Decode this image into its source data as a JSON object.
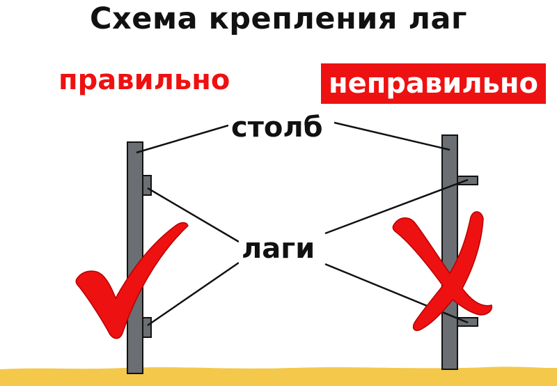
{
  "title": "Схема крепления лаг",
  "correct_label": "правильно",
  "incorrect_label": "неправильно",
  "callouts": {
    "post": "столб",
    "lag": "лаги"
  },
  "colors": {
    "accent_red": "#ee1111",
    "post_fill": "#6b6e72",
    "ground": "#f3c84b",
    "text": "#111111"
  },
  "marks": {
    "correct": "check-mark",
    "incorrect": "cross-mark"
  }
}
